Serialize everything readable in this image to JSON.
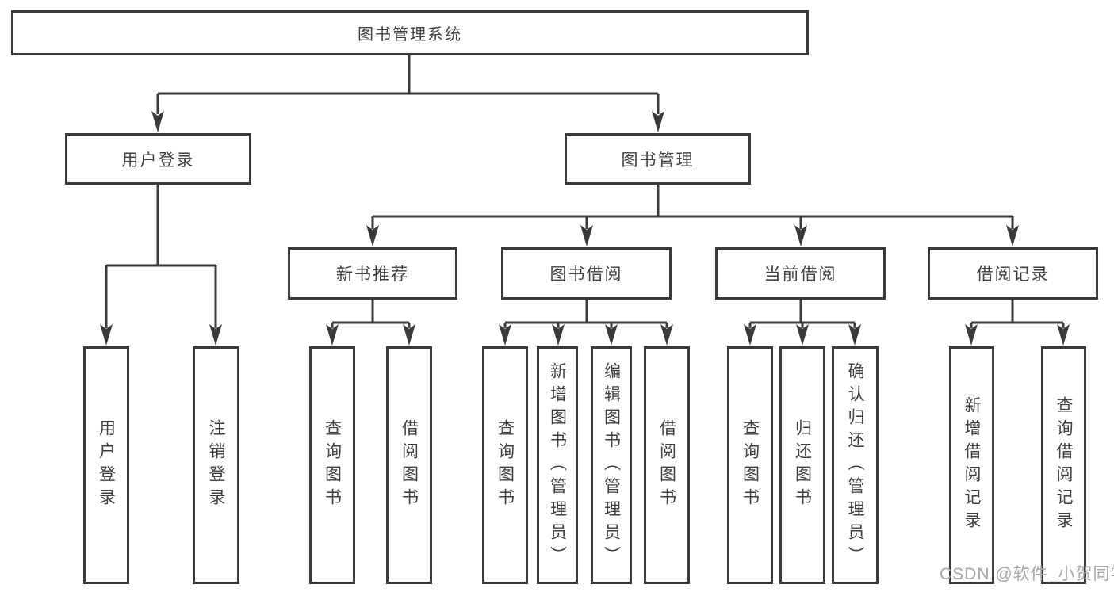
{
  "diagram_title": "图书管理系统",
  "tree": {
    "root": {
      "label": "图书管理系统"
    },
    "branches": [
      {
        "label": "用户登录",
        "children": [
          {
            "label": "用户登录"
          },
          {
            "label": "注销登录"
          }
        ]
      },
      {
        "label": "图书管理",
        "children": [
          {
            "label": "新书推荐",
            "children": [
              {
                "label": "查询图书"
              },
              {
                "label": "借阅图书"
              }
            ]
          },
          {
            "label": "图书借阅",
            "children": [
              {
                "label": "查询图书"
              },
              {
                "label": "新增图书（管理员）"
              },
              {
                "label": "编辑图书（管理员）"
              },
              {
                "label": "借阅图书"
              }
            ]
          },
          {
            "label": "当前借阅",
            "children": [
              {
                "label": "查询图书"
              },
              {
                "label": "归还图书"
              },
              {
                "label": "确认归还（管理员）"
              }
            ]
          },
          {
            "label": "借阅记录",
            "children": [
              {
                "label": "新增借阅记录"
              },
              {
                "label": "查询借阅记录"
              }
            ]
          }
        ]
      }
    ]
  },
  "watermark": "CSDN @软件_小贺同学",
  "colors": {
    "line": "#3a3a3a",
    "text": "#3f3f3f",
    "box_fill": "#ffffff",
    "background": "#ffffff",
    "watermark": "#a6a6a6"
  }
}
